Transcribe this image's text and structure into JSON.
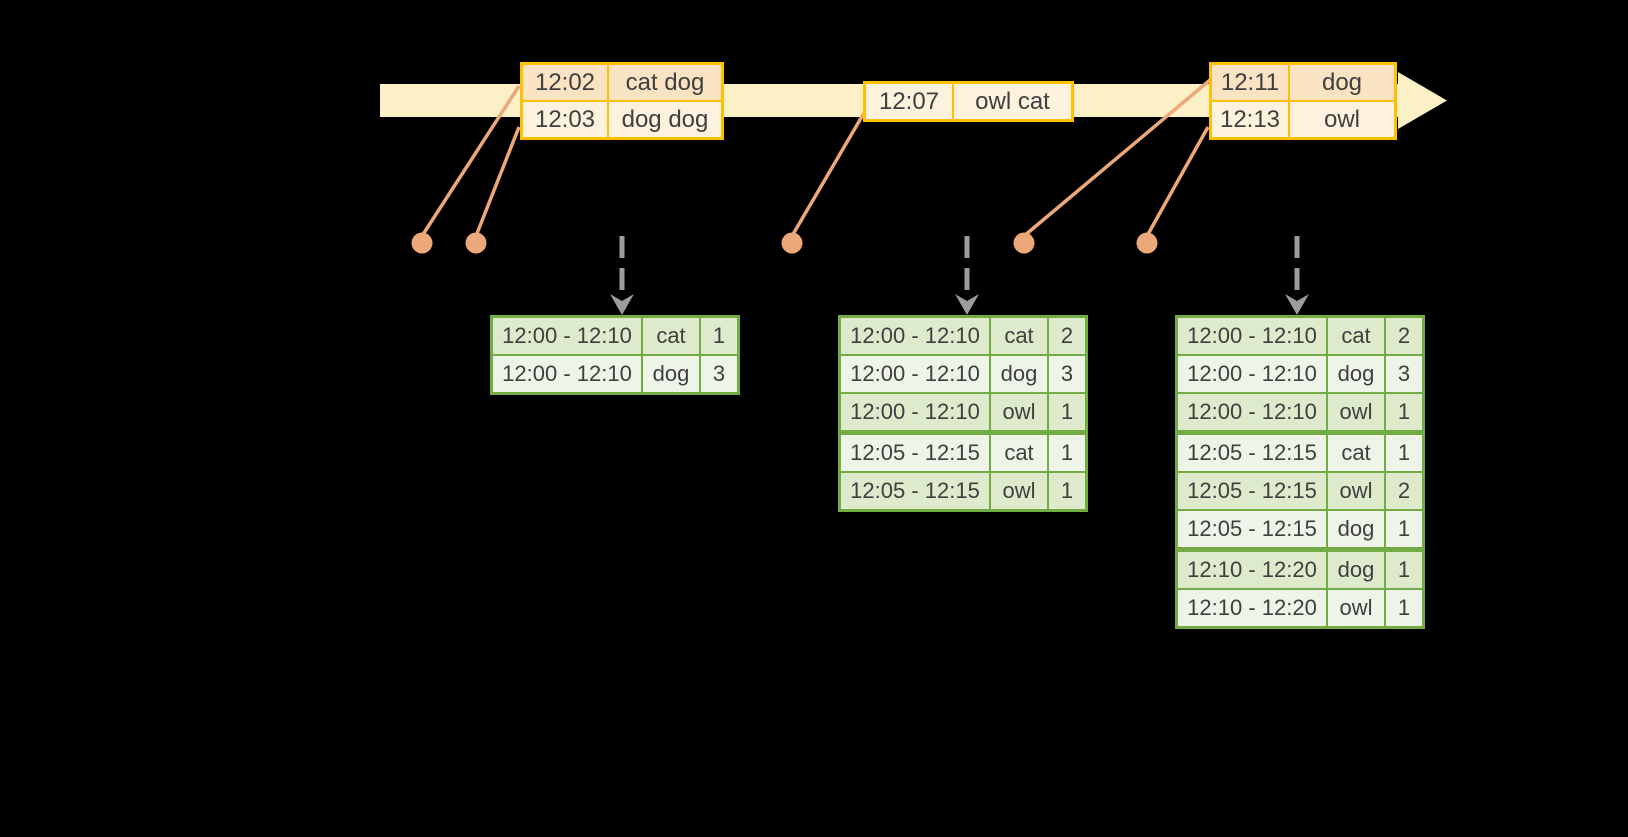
{
  "colors": {
    "background": "#000000",
    "timeline_fill": "#FBF0C6",
    "event_border": "#FFC000",
    "event_row_dark": "#FAE3C3",
    "event_row_light": "#FDF2DE",
    "connector_orange": "#ECA878",
    "result_border": "#73AC44",
    "result_row_dark": "#DDEACC",
    "result_row_light": "#EFF4E9",
    "trigger_arrow_gray": "#9C9C9C",
    "text": "#3F3F3F"
  },
  "event_tables": [
    {
      "name": "event-table-12-02",
      "rows": [
        {
          "time": "12:02",
          "words": "cat dog"
        },
        {
          "time": "12:03",
          "words": "dog dog"
        }
      ]
    },
    {
      "name": "event-table-12-07",
      "rows": [
        {
          "time": "12:07",
          "words": "owl cat"
        }
      ]
    },
    {
      "name": "event-table-12-11",
      "rows": [
        {
          "time": "12:11",
          "words": "dog"
        },
        {
          "time": "12:13",
          "words": "owl"
        }
      ]
    }
  ],
  "result_tables": [
    {
      "name": "result-table-1",
      "group_breaks": [],
      "rows": [
        {
          "window": "12:00 - 12:10",
          "word": "cat",
          "count": "1"
        },
        {
          "window": "12:00 - 12:10",
          "word": "dog",
          "count": "3"
        }
      ]
    },
    {
      "name": "result-table-2",
      "group_breaks": [
        3
      ],
      "rows": [
        {
          "window": "12:00 - 12:10",
          "word": "cat",
          "count": "2"
        },
        {
          "window": "12:00 - 12:10",
          "word": "dog",
          "count": "3"
        },
        {
          "window": "12:00 - 12:10",
          "word": "owl",
          "count": "1"
        },
        {
          "window": "12:05 - 12:15",
          "word": "cat",
          "count": "1"
        },
        {
          "window": "12:05 - 12:15",
          "word": "owl",
          "count": "1"
        }
      ]
    },
    {
      "name": "result-table-3",
      "group_breaks": [
        3,
        6
      ],
      "rows": [
        {
          "window": "12:00 - 12:10",
          "word": "cat",
          "count": "2"
        },
        {
          "window": "12:00 - 12:10",
          "word": "dog",
          "count": "3"
        },
        {
          "window": "12:00 - 12:10",
          "word": "owl",
          "count": "1"
        },
        {
          "window": "12:05 - 12:15",
          "word": "cat",
          "count": "1"
        },
        {
          "window": "12:05 - 12:15",
          "word": "owl",
          "count": "2"
        },
        {
          "window": "12:05 - 12:15",
          "word": "dog",
          "count": "1"
        },
        {
          "window": "12:10 - 12:20",
          "word": "dog",
          "count": "1"
        },
        {
          "window": "12:10 - 12:20",
          "word": "owl",
          "count": "1"
        }
      ]
    }
  ]
}
